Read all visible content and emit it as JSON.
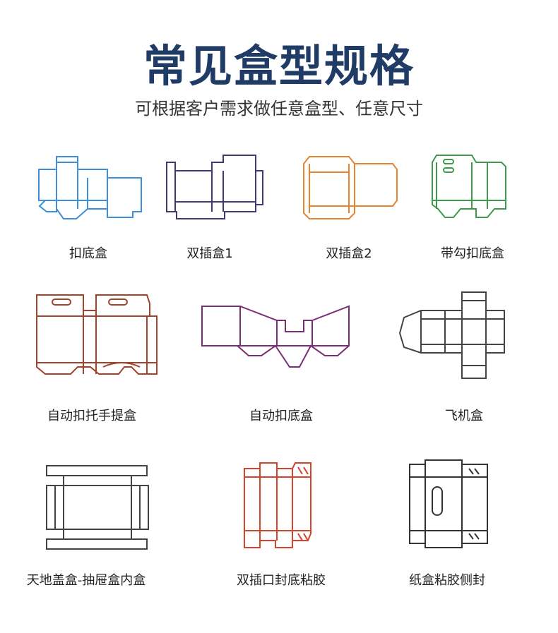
{
  "header": {
    "title": "常见盒型规格",
    "subtitle": "可根据客户需求做任意盒型、任意尺寸"
  },
  "box_types": [
    {
      "label": "扣底盒",
      "icon": "tuck-bottom-box-dieline-icon",
      "color": "#3f8ed9"
    },
    {
      "label": "双插盒1",
      "icon": "double-tuck-box-dieline-icon",
      "color": "#3e3a74"
    },
    {
      "label": "双插盒2",
      "icon": "double-tuck-box-alt-dieline-icon",
      "color": "#e8832f"
    },
    {
      "label": "带勾扣底盒",
      "icon": "hook-tuck-bottom-box-dieline-icon",
      "color": "#3c9a4a"
    },
    {
      "label": "自动扣托手提盒",
      "icon": "auto-lock-handle-box-dieline-icon",
      "color": "#a2432a"
    },
    {
      "label": "自动扣底盒",
      "icon": "auto-lock-bottom-box-dieline-icon",
      "color": "#7a2f72"
    },
    {
      "label": "飞机盒",
      "icon": "mailer-box-dieline-icon",
      "color": "#444444"
    },
    {
      "label": "天地盖盒-抽屉盒内盒",
      "icon": "lid-base-drawer-box-dieline-icon",
      "color": "#444444"
    },
    {
      "label": "双插口封底粘胶",
      "icon": "glued-bottom-tuck-box-dieline-icon",
      "color": "#d2442e"
    },
    {
      "label": "纸盒粘胶侧封",
      "icon": "side-glued-carton-dieline-icon",
      "color": "#333333"
    }
  ]
}
